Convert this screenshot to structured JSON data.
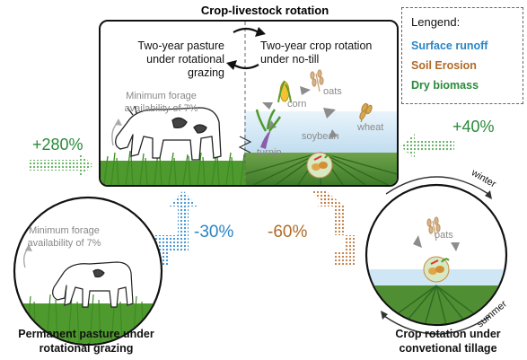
{
  "title": "Crop-livestock rotation",
  "main_box": {
    "pasture_text": "Two-year pasture under rotational grazing",
    "crop_text": "Two-year crop rotation under no-till",
    "min_forage": "Minimum forage availability of 7%",
    "crops": [
      "corn",
      "oats",
      "wheat",
      "soybean",
      "turnip"
    ]
  },
  "legend": {
    "title": "Lengend:",
    "items": [
      {
        "label": "Surface runoff",
        "color": "#2B85C5"
      },
      {
        "label": "Soil Erosion",
        "color": "#B06A27"
      },
      {
        "label": "Dry biomass",
        "color": "#2A8A3A"
      }
    ]
  },
  "changes": {
    "pasture_biomass": "+280%",
    "crop_biomass": "+40%",
    "runoff": "-30%",
    "erosion": "-60%"
  },
  "left_circle": {
    "min_forage": "Minimum forage availability of 7%",
    "caption": "Permanent pasture under rotational grazing"
  },
  "right_circle": {
    "crop": "oats",
    "season_top": "winter",
    "season_bottom": "summer",
    "caption": "Crop rotation under convetional tillage"
  },
  "colors": {
    "grass": "#4E9A2E",
    "field": "#5C8F3A",
    "sky": "#CFE6F4",
    "arrow_gray": "#8c8c8c"
  }
}
